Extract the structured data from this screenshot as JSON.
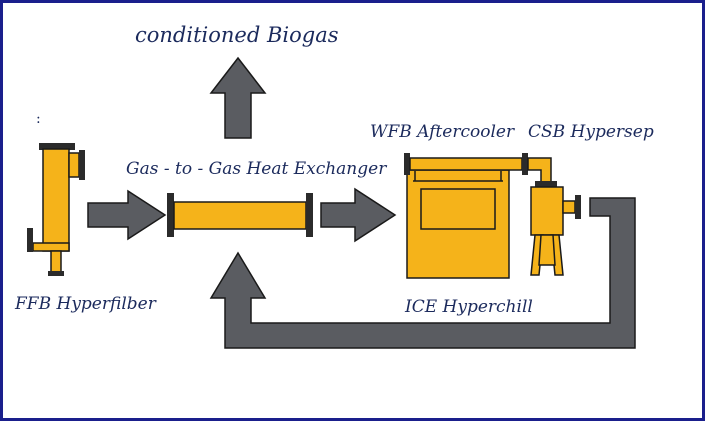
{
  "title": "conditioned Biogas",
  "colon_mark": ":",
  "components": {
    "ffb": "FFB Hyperfilber",
    "gas_hx": "Gas - to - Gas Heat Exchanger",
    "wfb": "WFB Aftercooler",
    "csb": "CSB Hypersep",
    "ice": "ICE Hyperchill"
  },
  "colors": {
    "border": "#1a1f8c",
    "equipment": "#f5b31a",
    "equipment_stroke": "#1a1a1a",
    "arrow": "#5a5c61",
    "text": "#1b2a5c"
  }
}
